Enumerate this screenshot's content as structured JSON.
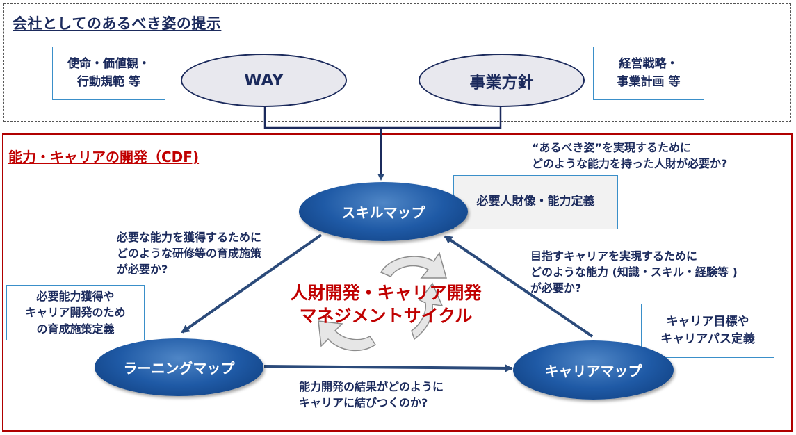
{
  "top_section": {
    "title": "会社としてのあるべき姿の提示",
    "left_box": "使命・価値観・\n行動規範 等",
    "way_oval": "WAY",
    "policy_oval": "事業方針",
    "right_box": "経営戦略・\n事業計画 等"
  },
  "cdf_section": {
    "title": "能力・キャリアの開発（CDF)",
    "skill_map": "スキルマップ",
    "learning_map": "ラーニングマップ",
    "career_map": "キャリアマップ",
    "skill_box": "必要人財像・能力定義",
    "learning_box": "必要能力獲得や\nキャリア開発のため\nの育成施策定義",
    "career_box": "キャリア目標や\nキャリアパス定義",
    "question_top": "“あるべき姿”を実現するために\nどのような能力を持った人財が必要か?",
    "question_left": "必要な能力を獲得するために\nどのような研修等の育成施策\nが必要か?",
    "question_right": "目指すキャリアを実現するために\nどのような能力 (知識・スキル・経験等 )\nが必要か?",
    "question_bottom": "能力開発の結果がどのように\nキャリアに結びつくのか?",
    "cycle_label": "人財開発・キャリア開発\nマネジメントサイクル"
  },
  "colors": {
    "navy": "#1b2a5c",
    "red": "#c00000",
    "blue_oval": "#1f5aa6",
    "box_border": "#3a8fc9",
    "arrow": "#2b4a7a"
  }
}
